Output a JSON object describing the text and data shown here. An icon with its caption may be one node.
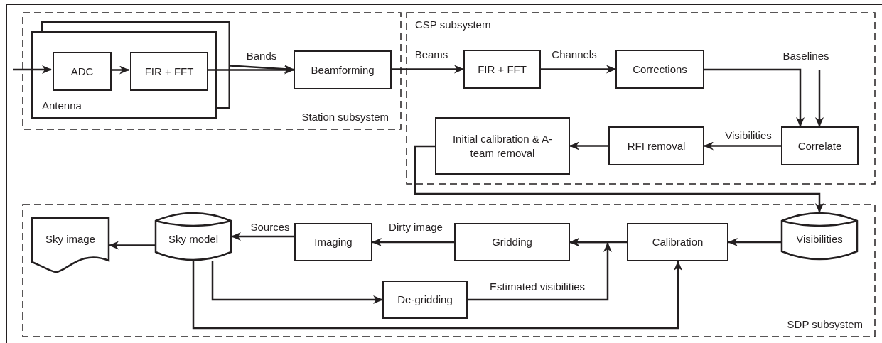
{
  "diagram": {
    "nodes": [
      {
        "text": [
          "Station subsystem"
        ]
      },
      {
        "text": [
          "Antenna"
        ],
        "in": 0
      },
      {
        "text": [
          "ADC"
        ],
        "in": 1
      },
      {
        "text": [
          "FIR + FFT"
        ],
        "in": 1
      },
      {
        "text": [
          "Beamforming"
        ],
        "in": 0
      },
      {
        "text": [
          "CSP subsystem"
        ]
      },
      {
        "text": [
          "FIR + FFT"
        ],
        "in": 5
      },
      {
        "text": [
          "Corrections"
        ],
        "in": 5
      },
      {
        "text": [
          "Correlate"
        ],
        "in": 5
      },
      {
        "text": [
          "RFI removal"
        ],
        "in": 5
      },
      {
        "text": [
          "Initial calibration & A-team removal"
        ],
        "in": 5
      },
      {
        "text": [
          "SDP subsystem"
        ]
      },
      {
        "text": [
          "Sky image"
        ],
        "in": 11
      },
      {
        "text": [
          "Sky model"
        ],
        "in": 11
      },
      {
        "text": [
          "Imaging"
        ],
        "in": 11
      },
      {
        "text": [
          "Gridding"
        ],
        "in": 11
      },
      {
        "text": [
          "Calibration"
        ],
        "in": 11
      },
      {
        "text": [
          "Visibilities"
        ],
        "in": 11
      },
      {
        "text": [
          "De-gridding"
        ],
        "in": 11
      }
    ],
    "edges": [
      {
        "from": null,
        "to": 2,
        "arrow": "to"
      },
      {
        "from": 2,
        "to": 3,
        "arrow": "to"
      },
      {
        "from": 3,
        "to": 4,
        "arrow": "to",
        "label": "Bands"
      },
      {
        "from": 1,
        "to": 4,
        "arrow": "to"
      },
      {
        "from": 4,
        "to": 6,
        "arrow": "to",
        "label": "Beams"
      },
      {
        "from": 6,
        "to": 7,
        "arrow": "to",
        "label": "Channels"
      },
      {
        "from": 7,
        "to": 8,
        "arrow": "to"
      },
      {
        "from": null,
        "to": 8,
        "arrow": "to",
        "label": "Baselines"
      },
      {
        "from": 8,
        "to": 9,
        "arrow": "to",
        "label": "Visibilities"
      },
      {
        "from": 9,
        "to": 10,
        "arrow": "to"
      },
      {
        "from": 10,
        "to": 17,
        "arrow": "to"
      },
      {
        "from": 17,
        "to": 16,
        "arrow": "to"
      },
      {
        "from": 16,
        "to": 15,
        "arrow": "to"
      },
      {
        "from": 18,
        "to": 15,
        "arrow": "to",
        "label": "Estimated visibilities"
      },
      {
        "from": 15,
        "to": 14,
        "arrow": "to",
        "label": "Dirty image"
      },
      {
        "from": 14,
        "to": 13,
        "arrow": "to",
        "label": "Sources"
      },
      {
        "from": 13,
        "to": 12,
        "arrow": "to"
      },
      {
        "from": 13,
        "to": 18,
        "arrow": "to"
      },
      {
        "from": 13,
        "to": 16,
        "arrow": "to"
      }
    ]
  }
}
